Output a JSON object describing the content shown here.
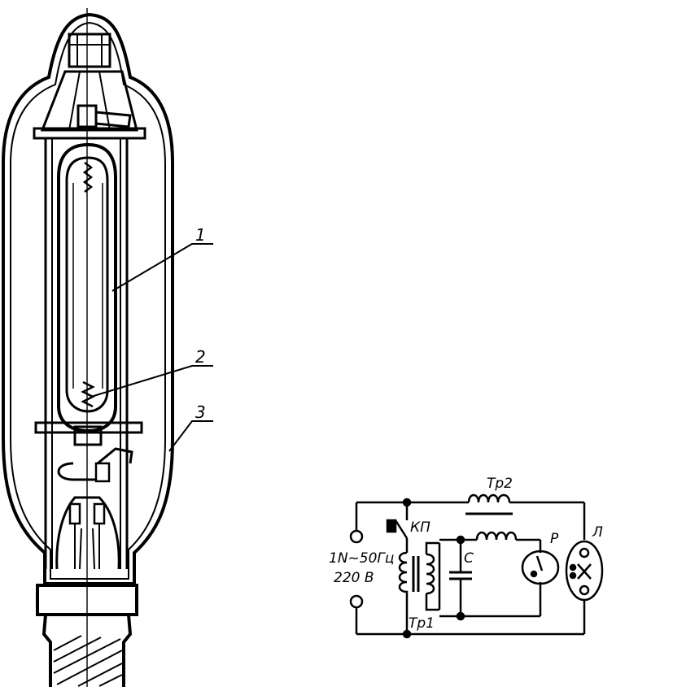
{
  "figure": {
    "callouts": [
      "1",
      "2",
      "3"
    ],
    "circuit": {
      "supply_line1": "1N~50Гц",
      "supply_line2": "220 В",
      "switch_label": "КП",
      "transformer1_label": "Тр1",
      "transformer2_label": "Тр2",
      "capacitor_label": "С",
      "relay_label": "Р",
      "lamp_label": "Л"
    }
  }
}
